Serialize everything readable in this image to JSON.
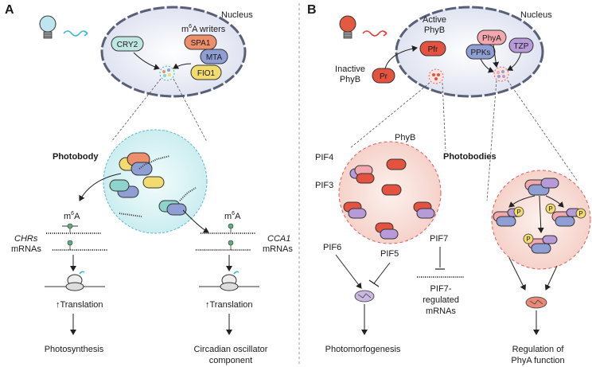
{
  "panel_a": {
    "letter": "A",
    "nucleus_label": "Nucleus",
    "m6a_writers": "m",
    "m6a_writers_sup": "6",
    "m6a_writers_rest": "A writers",
    "proteins": {
      "cry2": "CRY2",
      "spa1": "SPA1",
      "mta": "MTA",
      "fio1": "FIO1"
    },
    "photobody_label": "Photobody",
    "left_branch": {
      "m6a": "m",
      "m6a_sup": "6",
      "m6a_rest": "A",
      "mrna_name": "CHRs",
      "mrna_word": "mRNAs",
      "translation": "Translation",
      "outcome": "Photosynthesis"
    },
    "right_branch": {
      "m6a": "m",
      "m6a_sup": "6",
      "m6a_rest": "A",
      "mrna_name": "CCA1",
      "mrna_word": "mRNAs",
      "translation": "Translation",
      "outcome_line1": "Circadian oscillator",
      "outcome_line2": "component"
    }
  },
  "panel_b": {
    "letter": "B",
    "nucleus_label": "Nucleus",
    "active_line1": "Active",
    "active_line2": "PhyB",
    "inactive_line1": "Inactive",
    "inactive_line2": "PhyB",
    "proteins": {
      "pfr": "Pfr",
      "pr": "Pr",
      "phya": "PhyA",
      "tzp": "TZP",
      "ppks": "PPKs"
    },
    "phyb_label": "PhyB",
    "pifs": {
      "pif4": "PIF4",
      "pif3": "PIF3",
      "pif6": "PIF6",
      "pif5": "PIF5",
      "pif7": "PIF7-"
    },
    "photobodies_label": "Photobodies",
    "pif7_line1": "PIF7-",
    "pif7_line2": "regulated",
    "pif7_line3": "mRNAs",
    "pif7_top": "PIF7",
    "outcome_left": "Photomorfogenesis",
    "outcome_right_line1": "Regulation of",
    "outcome_right_line2": "PhyA function",
    "phospho": "P"
  },
  "colors": {
    "nucleus_fill": "#dfe3f0",
    "photobody_cyan": "#d8f1f3",
    "photobody_red": "#f7d9d2",
    "orange": "#ee8f6c",
    "blue": "#8f9fd4",
    "yellow": "#f2dc6f",
    "teal": "#8fd3cd",
    "purple": "#b79ad8",
    "red": "#e4533f",
    "pink": "#f3a8b0"
  }
}
